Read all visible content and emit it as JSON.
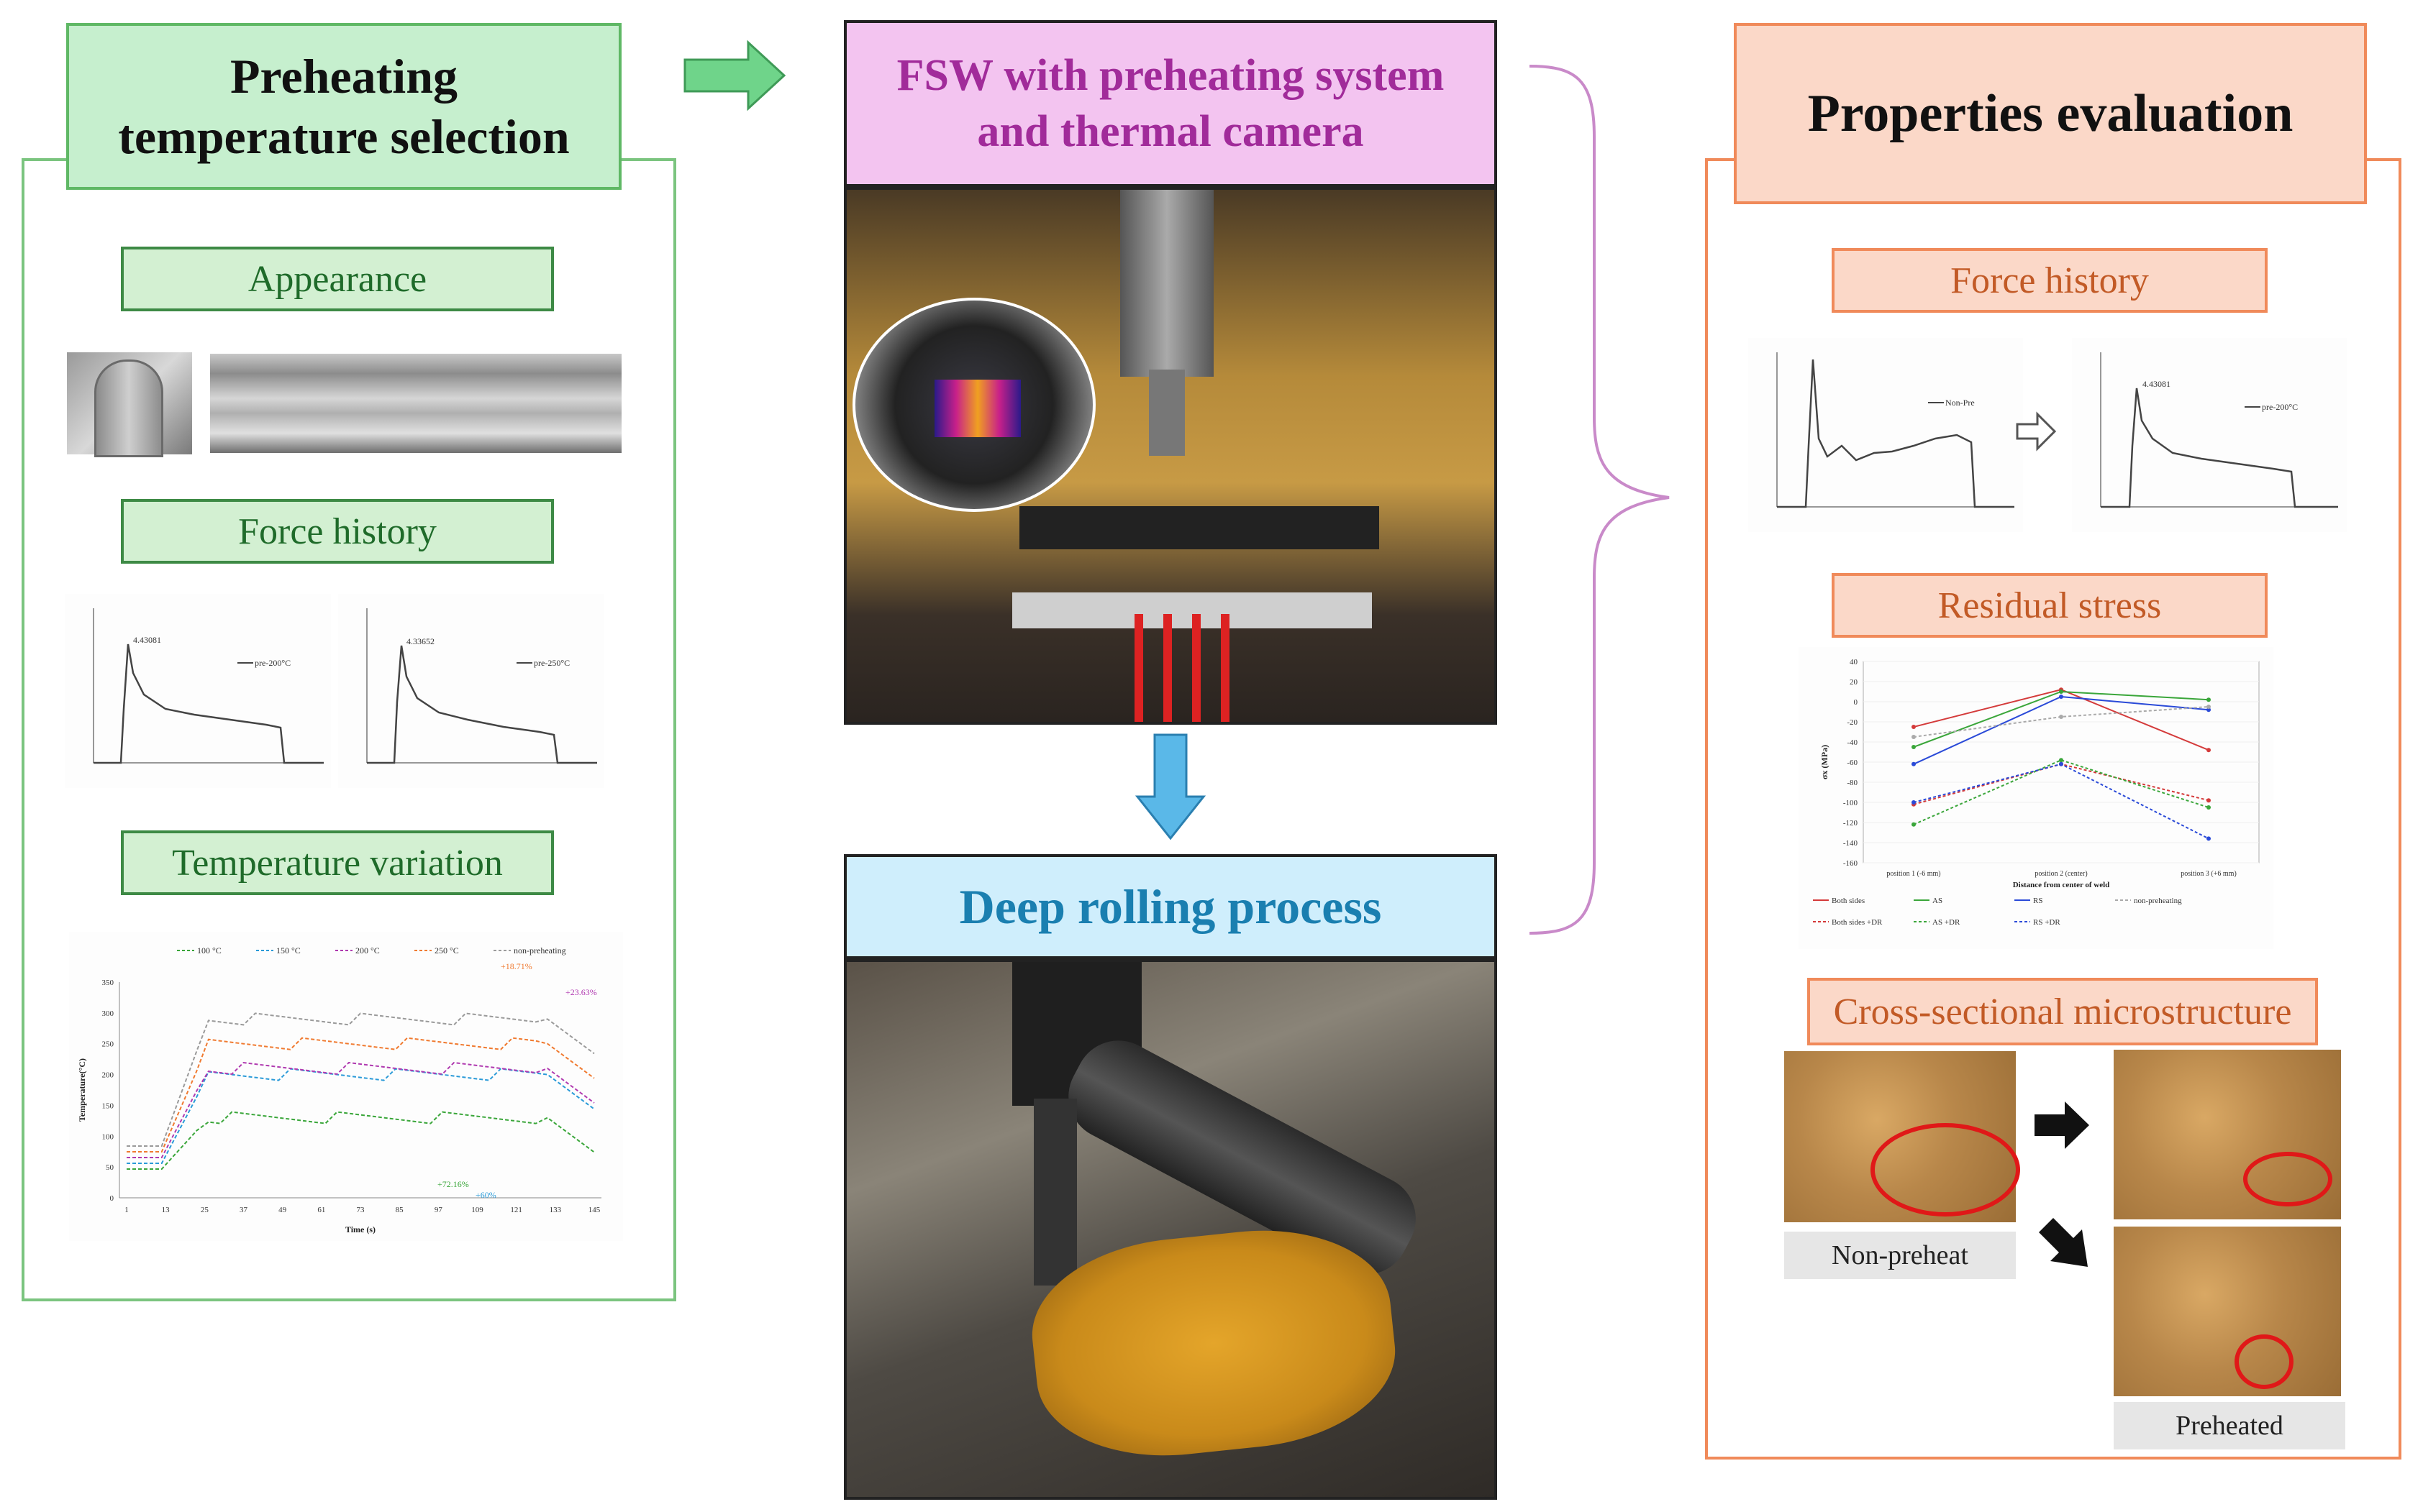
{
  "left": {
    "title_line1": "Preheating",
    "title_line2": "temperature selection",
    "appearance_label": "Appearance",
    "force_label": "Force history",
    "temp_label": "Temperature variation",
    "force_charts": [
      {
        "peak": "4.43081",
        "legend": "pre-200°C"
      },
      {
        "peak": "4.33652",
        "legend": "pre-250°C"
      }
    ],
    "temp_chart": {
      "legend": [
        "100 °C",
        "150 °C",
        "200 °C",
        "250 °C",
        "non-preheating"
      ],
      "ylabel": "Temperature(°C)",
      "xlabel": "Time (s)",
      "yticks": [
        "0",
        "50",
        "100",
        "150",
        "200",
        "250",
        "300",
        "350"
      ],
      "xticks": [
        "1",
        "13",
        "25",
        "37",
        "49",
        "61",
        "73",
        "85",
        "97",
        "109",
        "121",
        "133",
        "145"
      ],
      "annotations": [
        "+18.71%",
        "+23.63%",
        "+72.16%",
        "+60%"
      ]
    }
  },
  "center": {
    "title_line1": "FSW with preheating system",
    "title_line2": "and thermal camera",
    "deep_title": "Deep rolling process"
  },
  "right": {
    "title": "Properties evaluation",
    "force_label": "Force history",
    "residual_label": "Residual stress",
    "micro_label": "Cross-sectional microstructure",
    "force_charts": [
      {
        "legend": "Non-Pre"
      },
      {
        "peak": "4.43081",
        "legend": "pre-200°C"
      }
    ],
    "residual_chart": {
      "ylabel": "σx (MPa)",
      "xlabel": "Distance from center of weld",
      "yticks": [
        "40",
        "20",
        "0",
        "-20",
        "-40",
        "-60",
        "-80",
        "-100",
        "-120",
        "-140",
        "-160"
      ],
      "xticks": [
        "position 1 (-6 mm)",
        "position 2 (center)",
        "position 3 (+6 mm)"
      ],
      "legend": [
        "Both sides",
        "AS",
        "RS",
        "non-preheating",
        "Both sides +DR",
        "AS +DR",
        "RS +DR"
      ]
    },
    "caption_non": "Non-preheat",
    "caption_pre": "Preheated"
  },
  "colors": {
    "green_accent": "#5fb865",
    "purple_accent": "#a12b9a",
    "blue_accent": "#1a7fb0",
    "orange_accent": "#f08a5a",
    "arrow_blue": "#5ab8e8"
  }
}
